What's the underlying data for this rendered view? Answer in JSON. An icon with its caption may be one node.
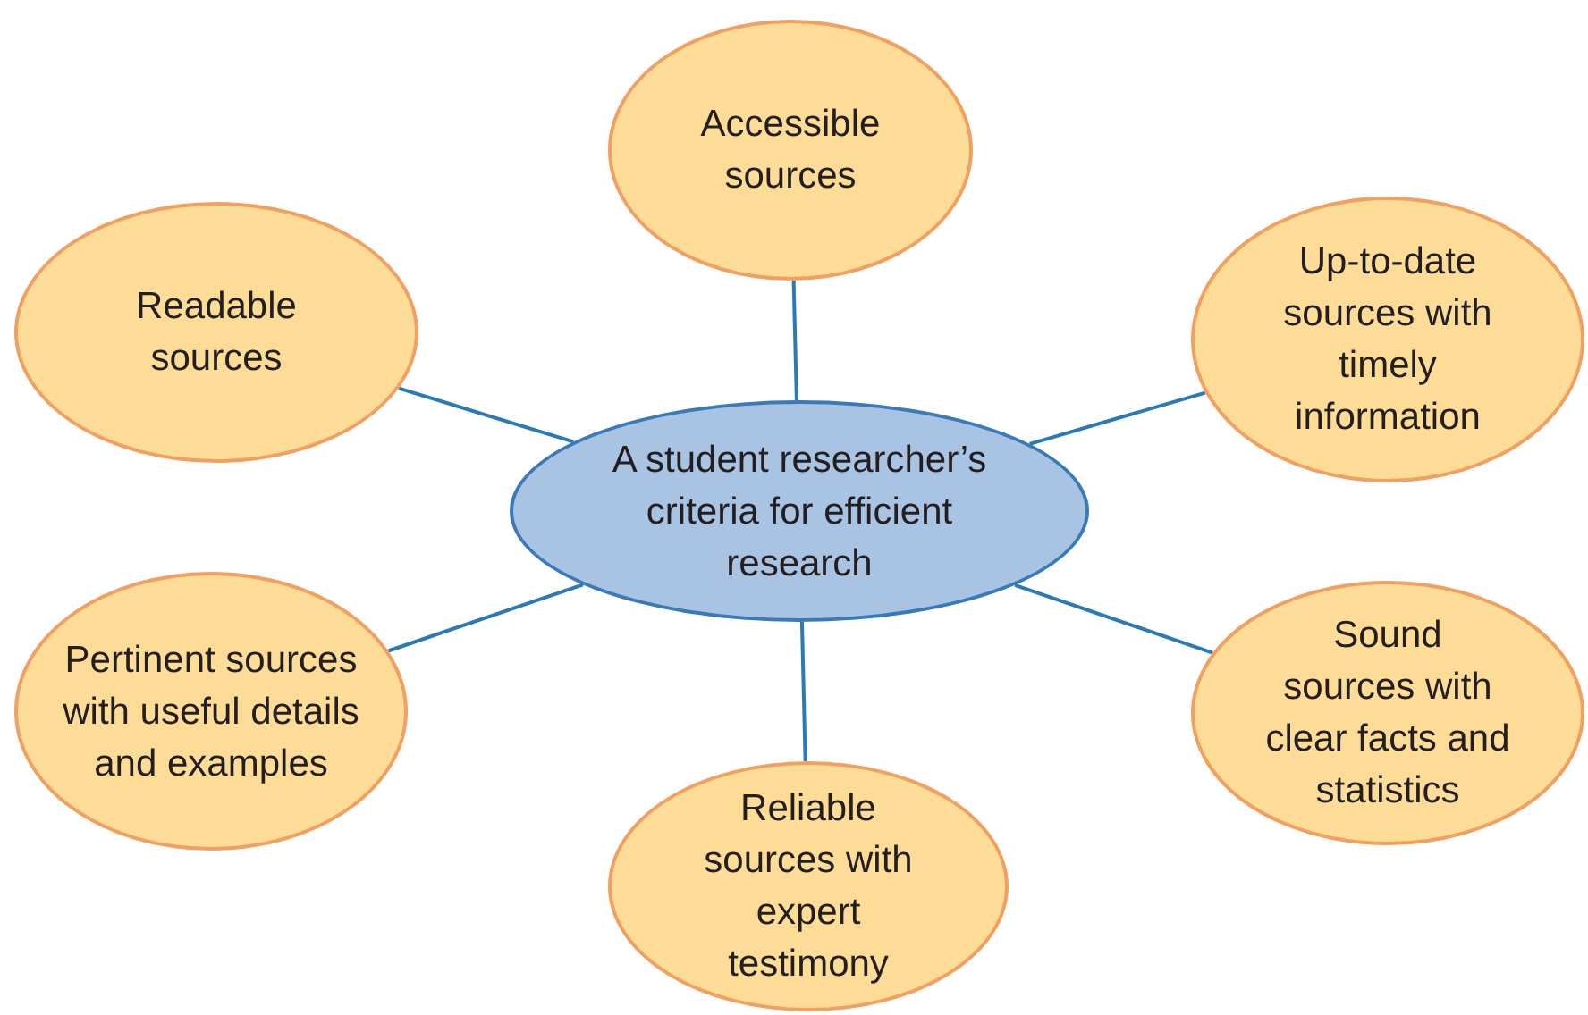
{
  "diagram": {
    "nodes": [
      {
        "text": [
          "Accessible sources"
        ]
      },
      {
        "text": [
          "Readable sources"
        ]
      },
      {
        "text": [
          "Up-to-date sources with timely information"
        ]
      },
      {
        "text": [
          "A student researcher’s criteria for efficient research"
        ]
      },
      {
        "text": [
          "Pertinent sources with useful details and examples"
        ]
      },
      {
        "text": [
          "Sound sources with clear facts and statistics"
        ]
      },
      {
        "text": [
          "Reliable sources with expert testimony"
        ]
      }
    ],
    "edges": [
      {
        "from": 3,
        "to": 0,
        "arrow": "none"
      },
      {
        "from": 3,
        "to": 1,
        "arrow": "none"
      },
      {
        "from": 3,
        "to": 2,
        "arrow": "none"
      },
      {
        "from": 3,
        "to": 4,
        "arrow": "none"
      },
      {
        "from": 3,
        "to": 5,
        "arrow": "none"
      },
      {
        "from": 3,
        "to": 6,
        "arrow": "none"
      }
    ]
  }
}
